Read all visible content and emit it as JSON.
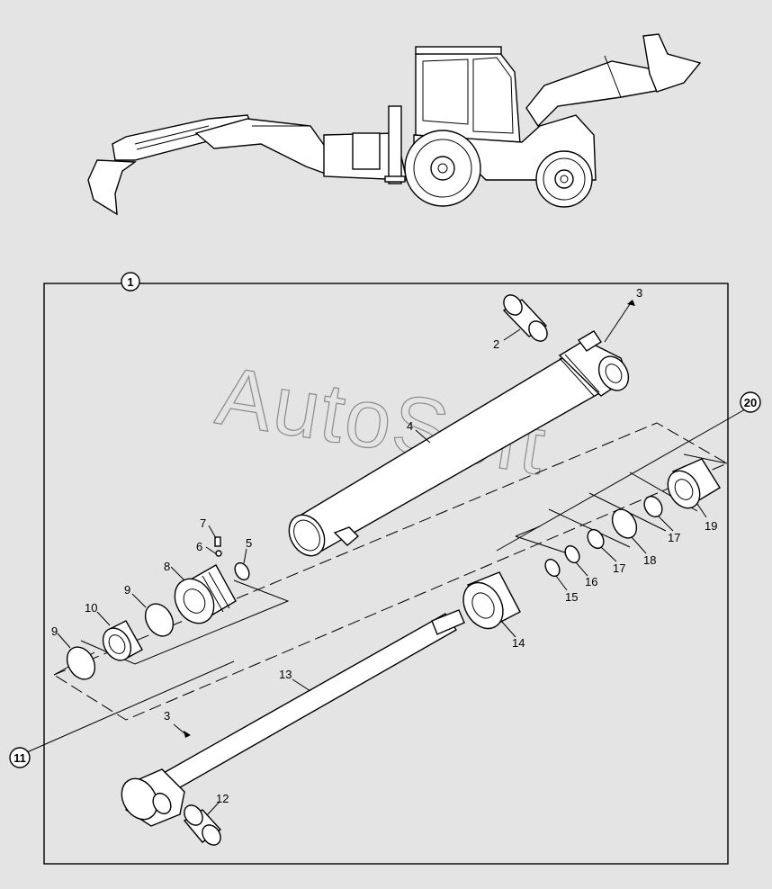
{
  "watermark": "AutoSoft",
  "callouts": {
    "c1": "1",
    "c20": "20",
    "c11": "11"
  },
  "labels": {
    "l2": "2",
    "l3a": "3",
    "l3b": "3",
    "l4": "4",
    "l5": "5",
    "l6": "6",
    "l7": "7",
    "l8": "8",
    "l9a": "9",
    "l9b": "9",
    "l10": "10",
    "l12": "12",
    "l13": "13",
    "l14": "14",
    "l15": "15",
    "l16": "16",
    "l17a": "17",
    "l17b": "17",
    "l18": "18",
    "l19": "19"
  },
  "colors": {
    "background": "#e4e4e4",
    "line": "#000000",
    "part_fill": "#ffffff",
    "watermark": "#8a8a8a"
  }
}
